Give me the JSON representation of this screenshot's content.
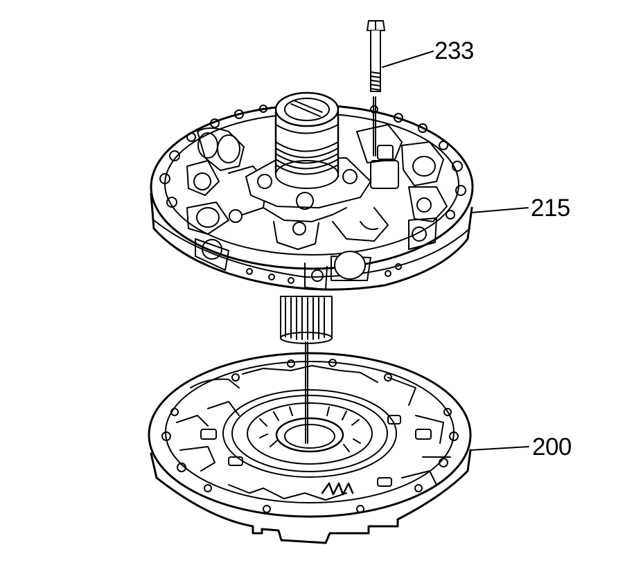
{
  "callouts": {
    "bolt": "233",
    "pump_cover": "215",
    "pump_body": "200"
  }
}
